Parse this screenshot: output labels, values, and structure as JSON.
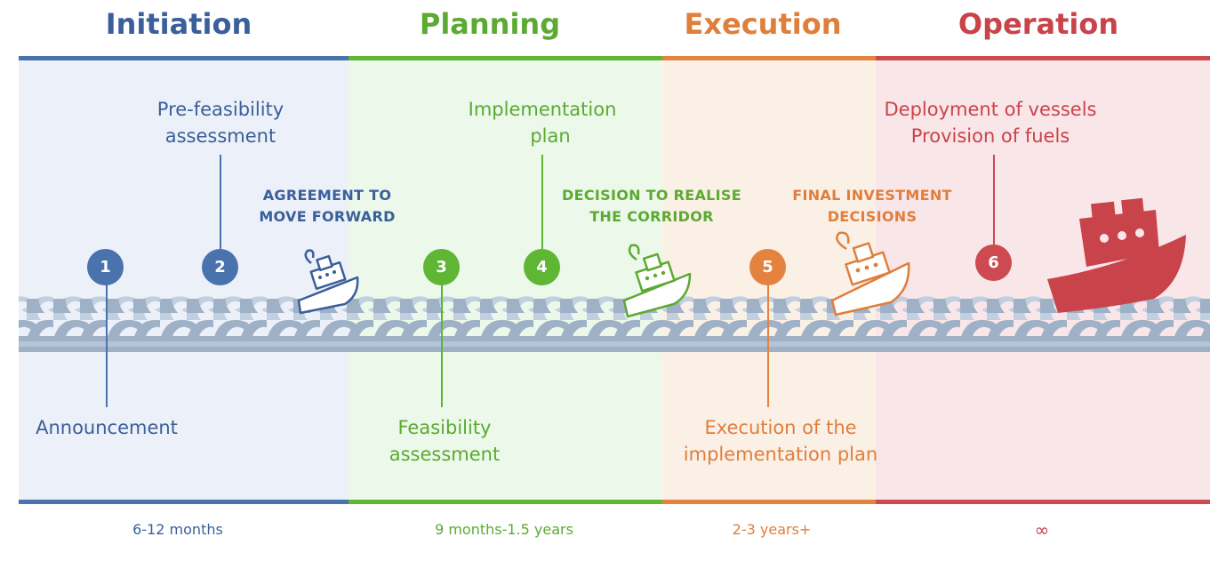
{
  "phases": [
    {
      "title": "Initiation",
      "duration": "6-12 months",
      "color": "#3a5f9a",
      "bar": "#4a73ae",
      "band": "#ecf0f8"
    },
    {
      "title": "Planning",
      "duration": "9 months-1.5 years",
      "color": "#5caa32",
      "bar": "#5fb534",
      "band": "#ebf8ea"
    },
    {
      "title": "Execution",
      "duration": "2-3 years+",
      "color": "#e07e3c",
      "bar": "#e3833f",
      "band": "#fbf0e6"
    },
    {
      "title": "Operation",
      "duration": "∞",
      "color": "#c9434a",
      "bar": "#cc4a50",
      "band": "#f9e6e8"
    }
  ],
  "steps": [
    {
      "number": "1",
      "label": "Announcement"
    },
    {
      "number": "2",
      "label_lines": [
        "Pre-feasibility",
        "assessment"
      ]
    },
    {
      "number": "3",
      "label_lines": [
        "Feasibility",
        "assessment"
      ]
    },
    {
      "number": "4",
      "label_lines": [
        "Implementation",
        "plan"
      ]
    },
    {
      "number": "5",
      "label_lines": [
        "Execution of the",
        "implementation plan"
      ]
    },
    {
      "number": "6",
      "label_lines": [
        "Deployment of vessels",
        "Provision of fuels"
      ]
    }
  ],
  "milestones": [
    {
      "lines": [
        "AGREEMENT TO",
        "MOVE FORWARD"
      ]
    },
    {
      "lines": [
        "DECISION TO REALISE",
        "THE CORRIDOR"
      ]
    },
    {
      "lines": [
        "FINAL INVESTMENT",
        "DECISIONS"
      ]
    }
  ],
  "icons": [
    "wave-icon",
    "ship-icon"
  ]
}
